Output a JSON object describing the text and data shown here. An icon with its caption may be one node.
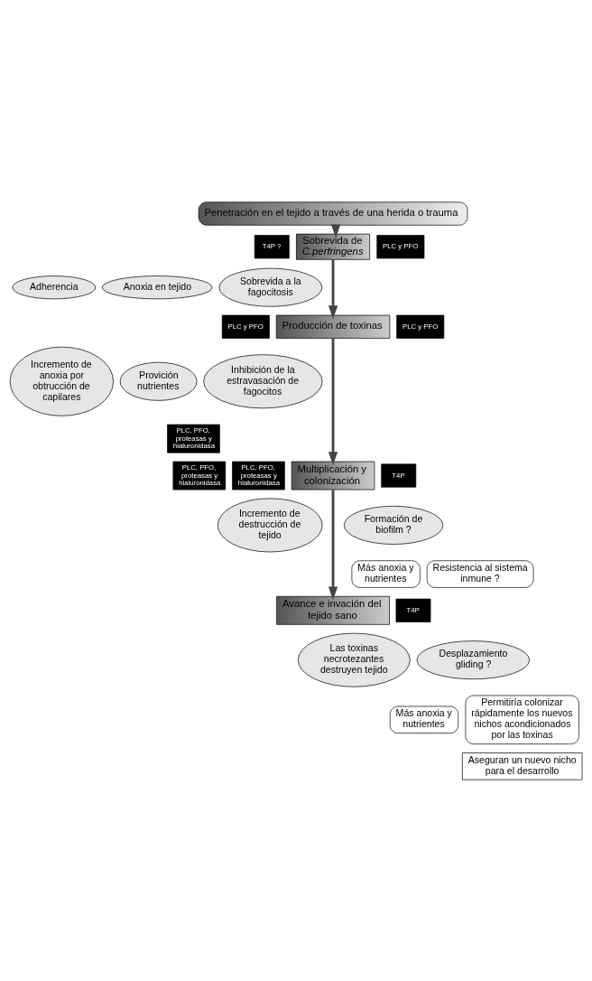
{
  "diagram": {
    "nodes": [
      {
        "text": [
          "Penetración en el tejido a través de una herida o trauma"
        ]
      },
      {
        "text": [
          "Sobrevida de *C.perfringens*"
        ]
      },
      {
        "text": [
          "T4P ?"
        ]
      },
      {
        "text": [
          "PLC y PFO"
        ]
      },
      {
        "text": [
          "Adherencia"
        ]
      },
      {
        "text": [
          "Anoxia en tejido"
        ]
      },
      {
        "text": [
          "Sobrevida a la fagocitosis"
        ]
      },
      {
        "text": [
          "Producción de toxinas"
        ]
      },
      {
        "text": [
          "PLC y PFO"
        ]
      },
      {
        "text": [
          "PLC y PFO"
        ]
      },
      {
        "text": [
          "Incremento de anoxia por obtrucción de capilares"
        ]
      },
      {
        "text": [
          "Provición nutrientes"
        ]
      },
      {
        "text": [
          "Inhibición de la estravasación de fagocitos"
        ]
      },
      {
        "text": [
          "PLC, PFO, proteasas y hialuronidasa"
        ]
      },
      {
        "text": [
          "PLC, PFO, proteasas y hialuronidasa"
        ]
      },
      {
        "text": [
          "Multiplicación y colonización"
        ]
      },
      {
        "text": [
          "T4P"
        ]
      },
      {
        "text": [
          "Incremento de destrucción de tejido"
        ]
      },
      {
        "text": [
          "Más anoxia y nutrientes"
        ]
      },
      {
        "text": [
          "Formación de biofilm ?"
        ]
      },
      {
        "text": [
          "Resistencia al sistema inmune ?"
        ]
      },
      {
        "text": [
          "PLC, PFO, proteasas y hialuronidasa"
        ]
      },
      {
        "text": [
          "Avance e invación del tejido sano"
        ]
      },
      {
        "text": [
          "T4P"
        ]
      },
      {
        "text": [
          "Las toxinas necrotezantes destruyen tejido"
        ]
      },
      {
        "text": [
          "Desplazamiento gliding ?"
        ]
      },
      {
        "text": [
          "Más anoxia y nutrientes"
        ]
      },
      {
        "text": [
          "Permitiría colonizar rápidamente los nuevos nichos acondicionados por las toxinas"
        ]
      },
      {
        "text": [
          "Aseguran un nuevo nicho para el desarrollo"
        ]
      }
    ],
    "edges": [
      {
        "from": 0,
        "to": 1,
        "arrow": "to"
      },
      {
        "from": 1,
        "to": 7,
        "arrow": "to"
      },
      {
        "from": 7,
        "to": 15,
        "arrow": "to"
      },
      {
        "from": 15,
        "to": 22,
        "arrow": "to"
      }
    ]
  }
}
